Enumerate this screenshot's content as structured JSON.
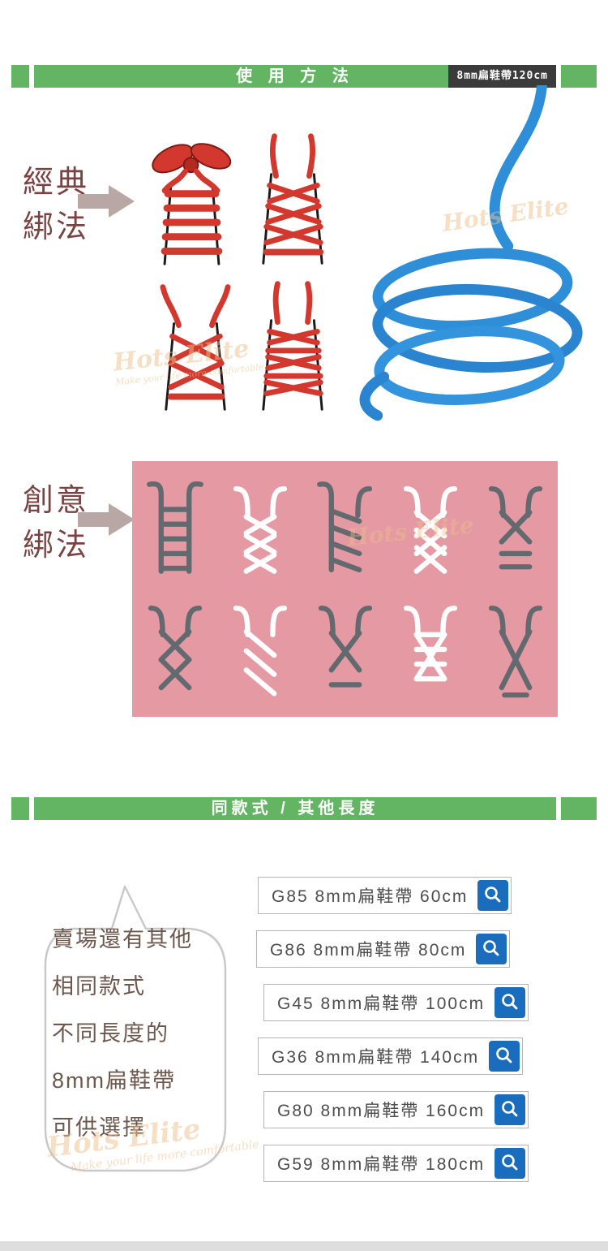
{
  "banner_usage": {
    "title": "使 用 方 法",
    "tag": "8mm扁鞋帶120cm"
  },
  "banner_other": {
    "title": "同款式 / 其他長度"
  },
  "classic": {
    "label_line1": "經典",
    "label_line2": "綁法"
  },
  "creative": {
    "label_line1": "創意",
    "label_line2": "綁法"
  },
  "bubble": {
    "lines": [
      "賣場還有其他",
      "相同款式",
      "不同長度的",
      "8mm扁鞋帶",
      "可供選擇"
    ]
  },
  "products": {
    "items": [
      {
        "label": "G85 8mm扁鞋帶 60cm"
      },
      {
        "label": "G86 8mm扁鞋帶 80cm"
      },
      {
        "label": "G45 8mm扁鞋帶 100cm"
      },
      {
        "label": "G36 8mm扁鞋帶 140cm"
      },
      {
        "label": "G80 8mm扁鞋帶 160cm"
      },
      {
        "label": "G59 8mm扁鞋帶 180cm"
      }
    ]
  },
  "watermark": {
    "script": "Hots Elite",
    "tagline": "Make your life more comfortable"
  },
  "colors": {
    "banner_green": "#63b463",
    "tag_bg": "#3b3b3b",
    "pink_panel": "#e59aa3",
    "red_lace": "#d2382e",
    "blue_lace": "#2f8ed8",
    "button_blue": "#1a6dbd",
    "section_text": "#7a4343"
  }
}
